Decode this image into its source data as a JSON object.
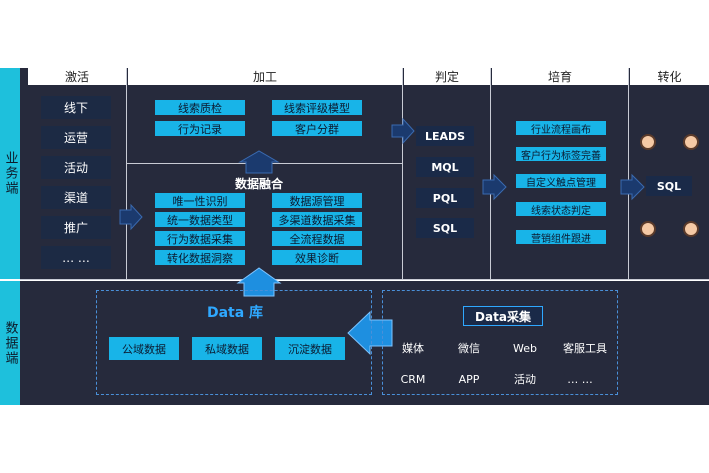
{
  "sidebar": {
    "business": "业务端",
    "data": "数据端"
  },
  "header": {
    "stages": [
      "激活",
      "加工",
      "判定",
      "培育",
      "转化"
    ]
  },
  "activation": {
    "items": [
      "线下",
      "运营",
      "活动",
      "渠道",
      "推广",
      "… …"
    ]
  },
  "processing": {
    "top_left": [
      "线索质检",
      "行为记录"
    ],
    "top_right": [
      "线索评级模型",
      "客户分群"
    ],
    "fusion_title": "数据融合",
    "fusion_left": [
      "唯一性识别",
      "统一数据类型",
      "行为数据采集",
      "转化数据洞察"
    ],
    "fusion_right": [
      "数据源管理",
      "多渠道数据采集",
      "全流程数据",
      "效果诊断"
    ]
  },
  "judgement": {
    "items": [
      "LEADS",
      "MQL",
      "PQL",
      "SQL"
    ]
  },
  "nurture": {
    "items": [
      "行业流程画布",
      "客户行为标签完善",
      "自定义触点管理",
      "线索状态判定",
      "营销组件跟进"
    ]
  },
  "conversion": {
    "label": "SQL"
  },
  "data_lib": {
    "title": "Data 库",
    "items": [
      "公域数据",
      "私域数据",
      "沉淀数据"
    ]
  },
  "data_collect": {
    "title": "Data采集",
    "row1": [
      "媒体",
      "微信",
      "Web",
      "客服工具"
    ],
    "row2": [
      "CRM",
      "APP",
      "活动",
      "… …"
    ]
  },
  "colors": {
    "panel": "#262a3c",
    "accent": "#1ec0dc",
    "box": "#18b4e8",
    "dark_box": "#1a2a48"
  }
}
